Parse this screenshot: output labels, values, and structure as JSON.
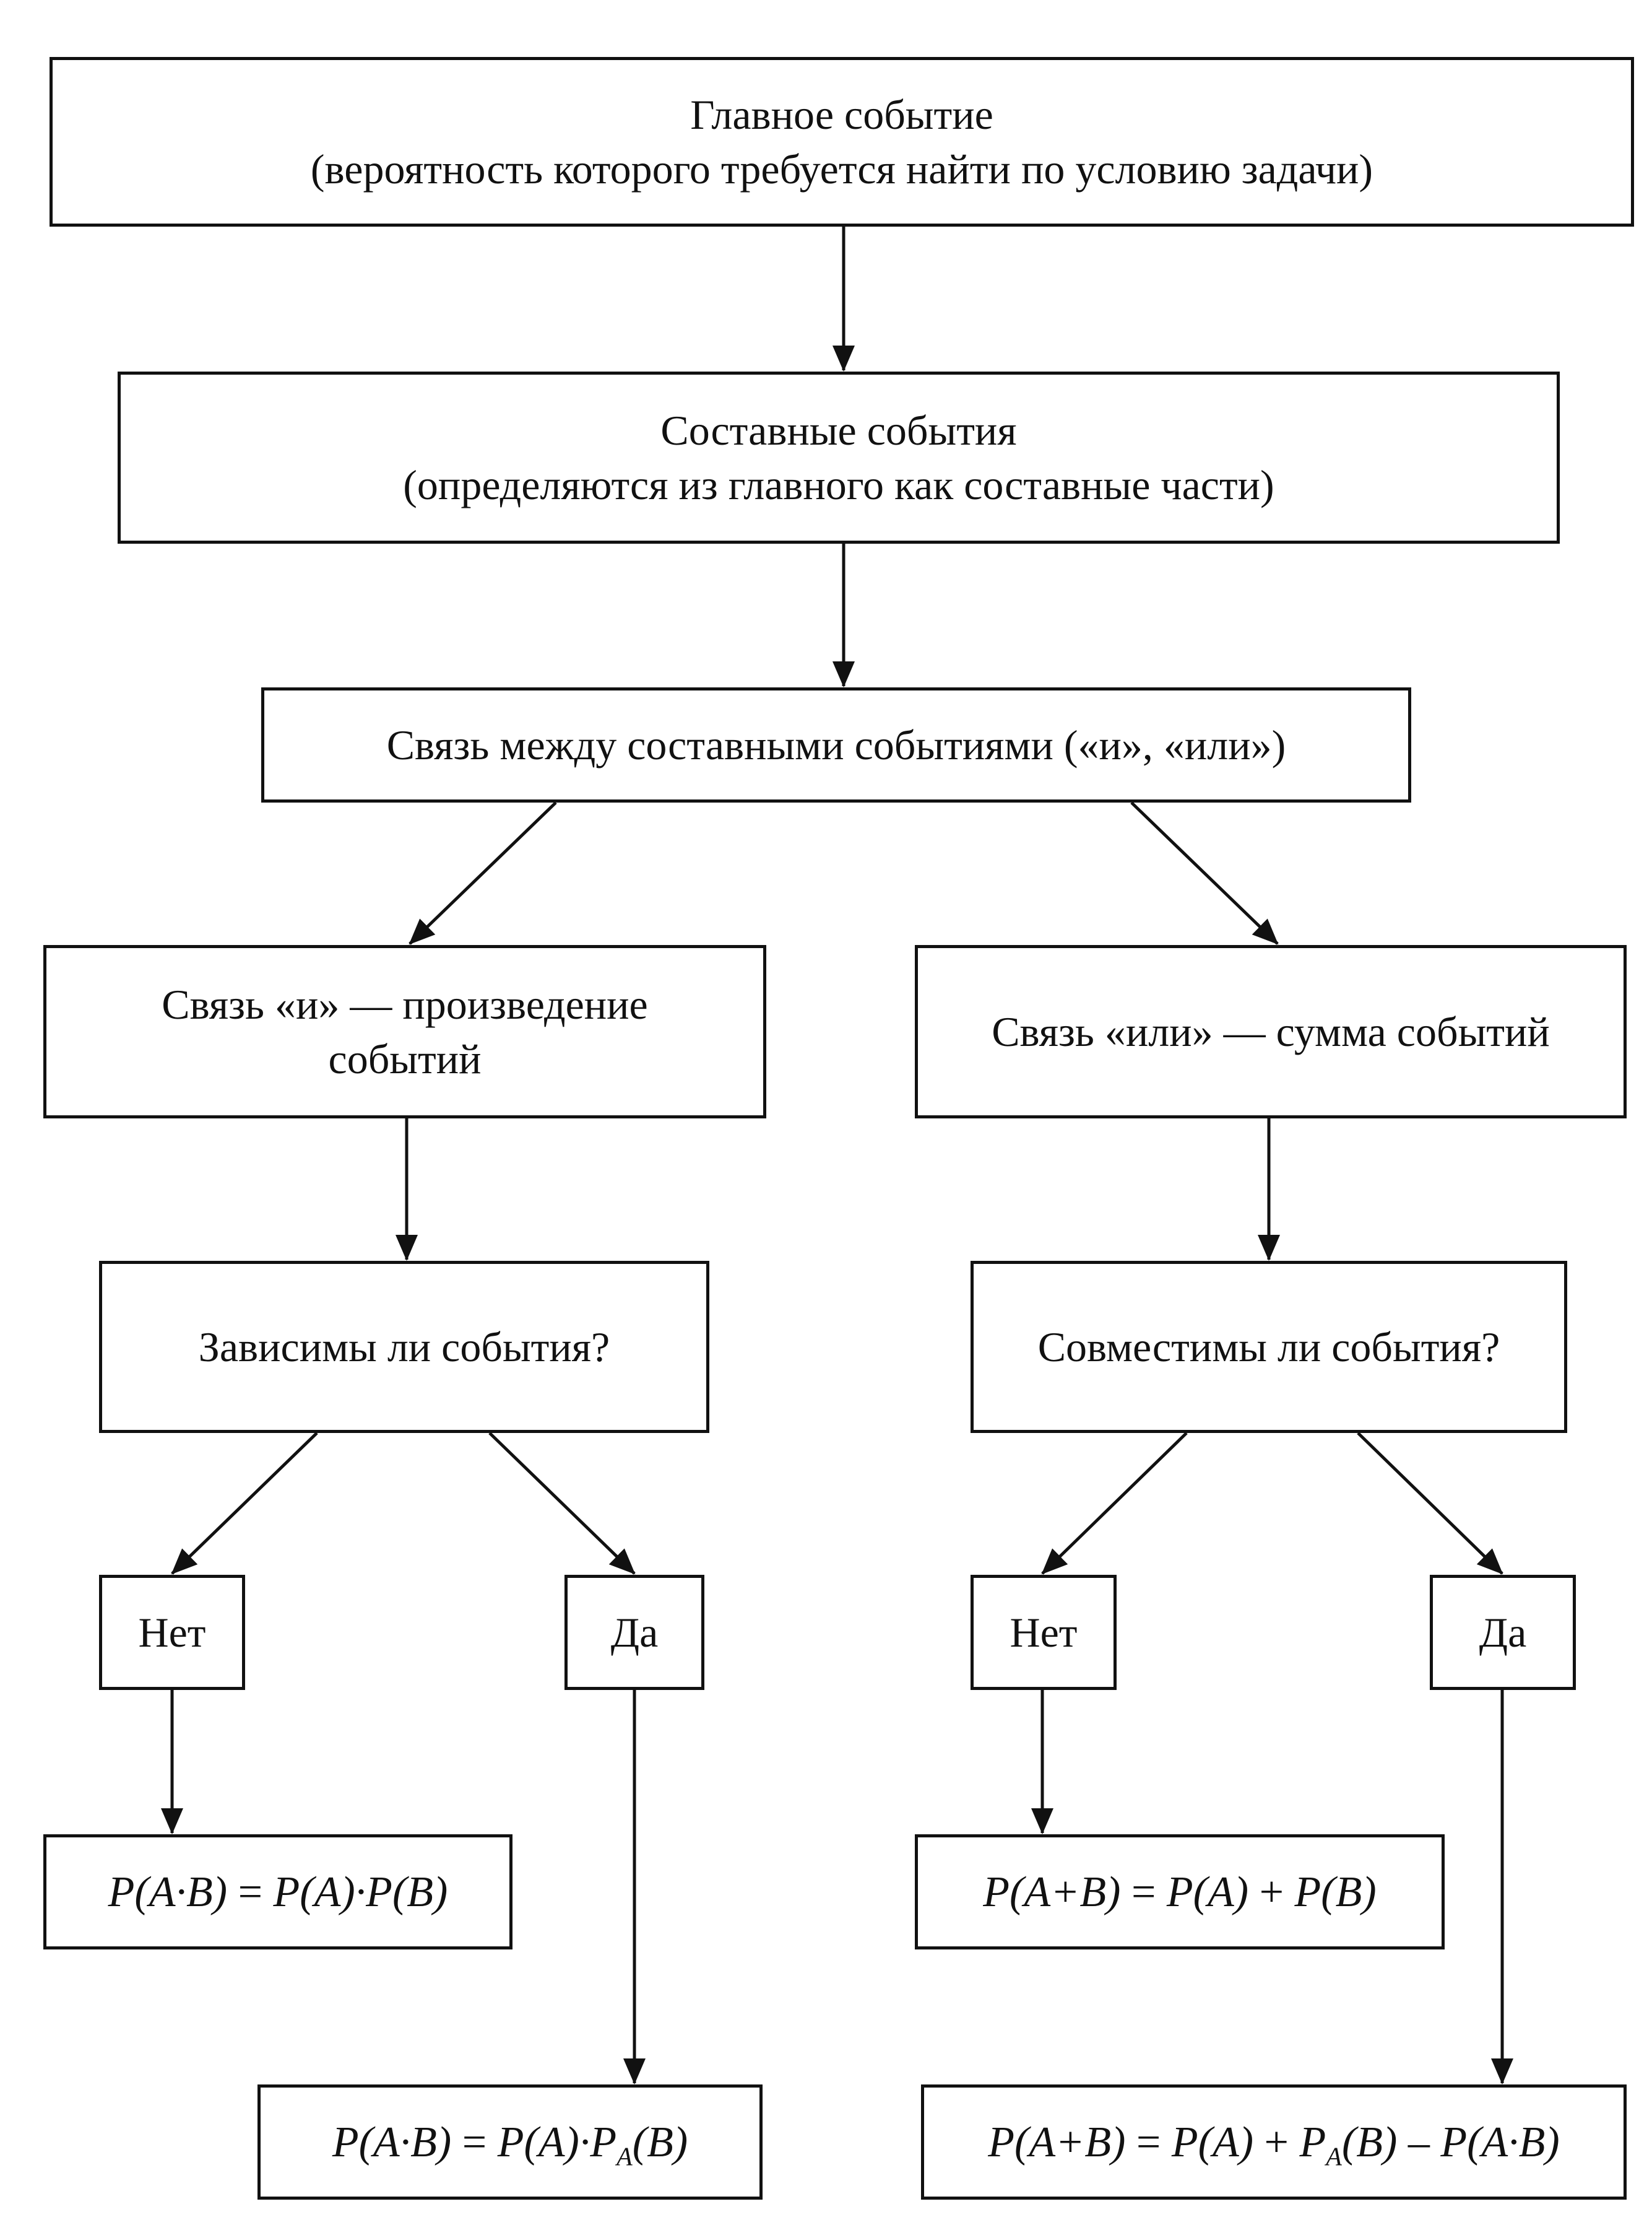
{
  "main_event": {
    "title": "Главное событие",
    "subtitle": "(вероятность которого требуется найти по условию задачи)"
  },
  "compound_events": {
    "title": "Составные события",
    "subtitle": "(определяются из главного как составные части)"
  },
  "relation": {
    "label": "Связь между составными событиями («и», «или»)"
  },
  "and_branch": {
    "label_line1": "Связь «и» — произведение",
    "label_line2": "событий",
    "question": "Зависимы ли события?",
    "no": "Нет",
    "yes": "Да"
  },
  "or_branch": {
    "label": "Связь «или» — сумма событий",
    "question": "Совместимы ли события?",
    "no": "Нет",
    "yes": "Да"
  },
  "formulas": {
    "and_independent": {
      "lhs": "P(A·B)",
      "eq": "=",
      "rhs": "P(A)·P(B)"
    },
    "and_dependent": {
      "lhs": "P(A·B)",
      "eq": "=",
      "rhs1": "P(A)·P",
      "sub": "A",
      "rhs2": "(B)"
    },
    "or_incompatible": {
      "lhs": "P(A+B)",
      "eq": "=",
      "t1": "P(A)",
      "plus": "+",
      "t2": "P(B)"
    },
    "or_compatible": {
      "lhs": "P(A+B)",
      "eq": "=",
      "t1": "P(A)",
      "plus": "+",
      "t2a": "P",
      "sub": "A",
      "t2b": "(B)",
      "minus": "–",
      "t3": "P(A·B)"
    }
  }
}
